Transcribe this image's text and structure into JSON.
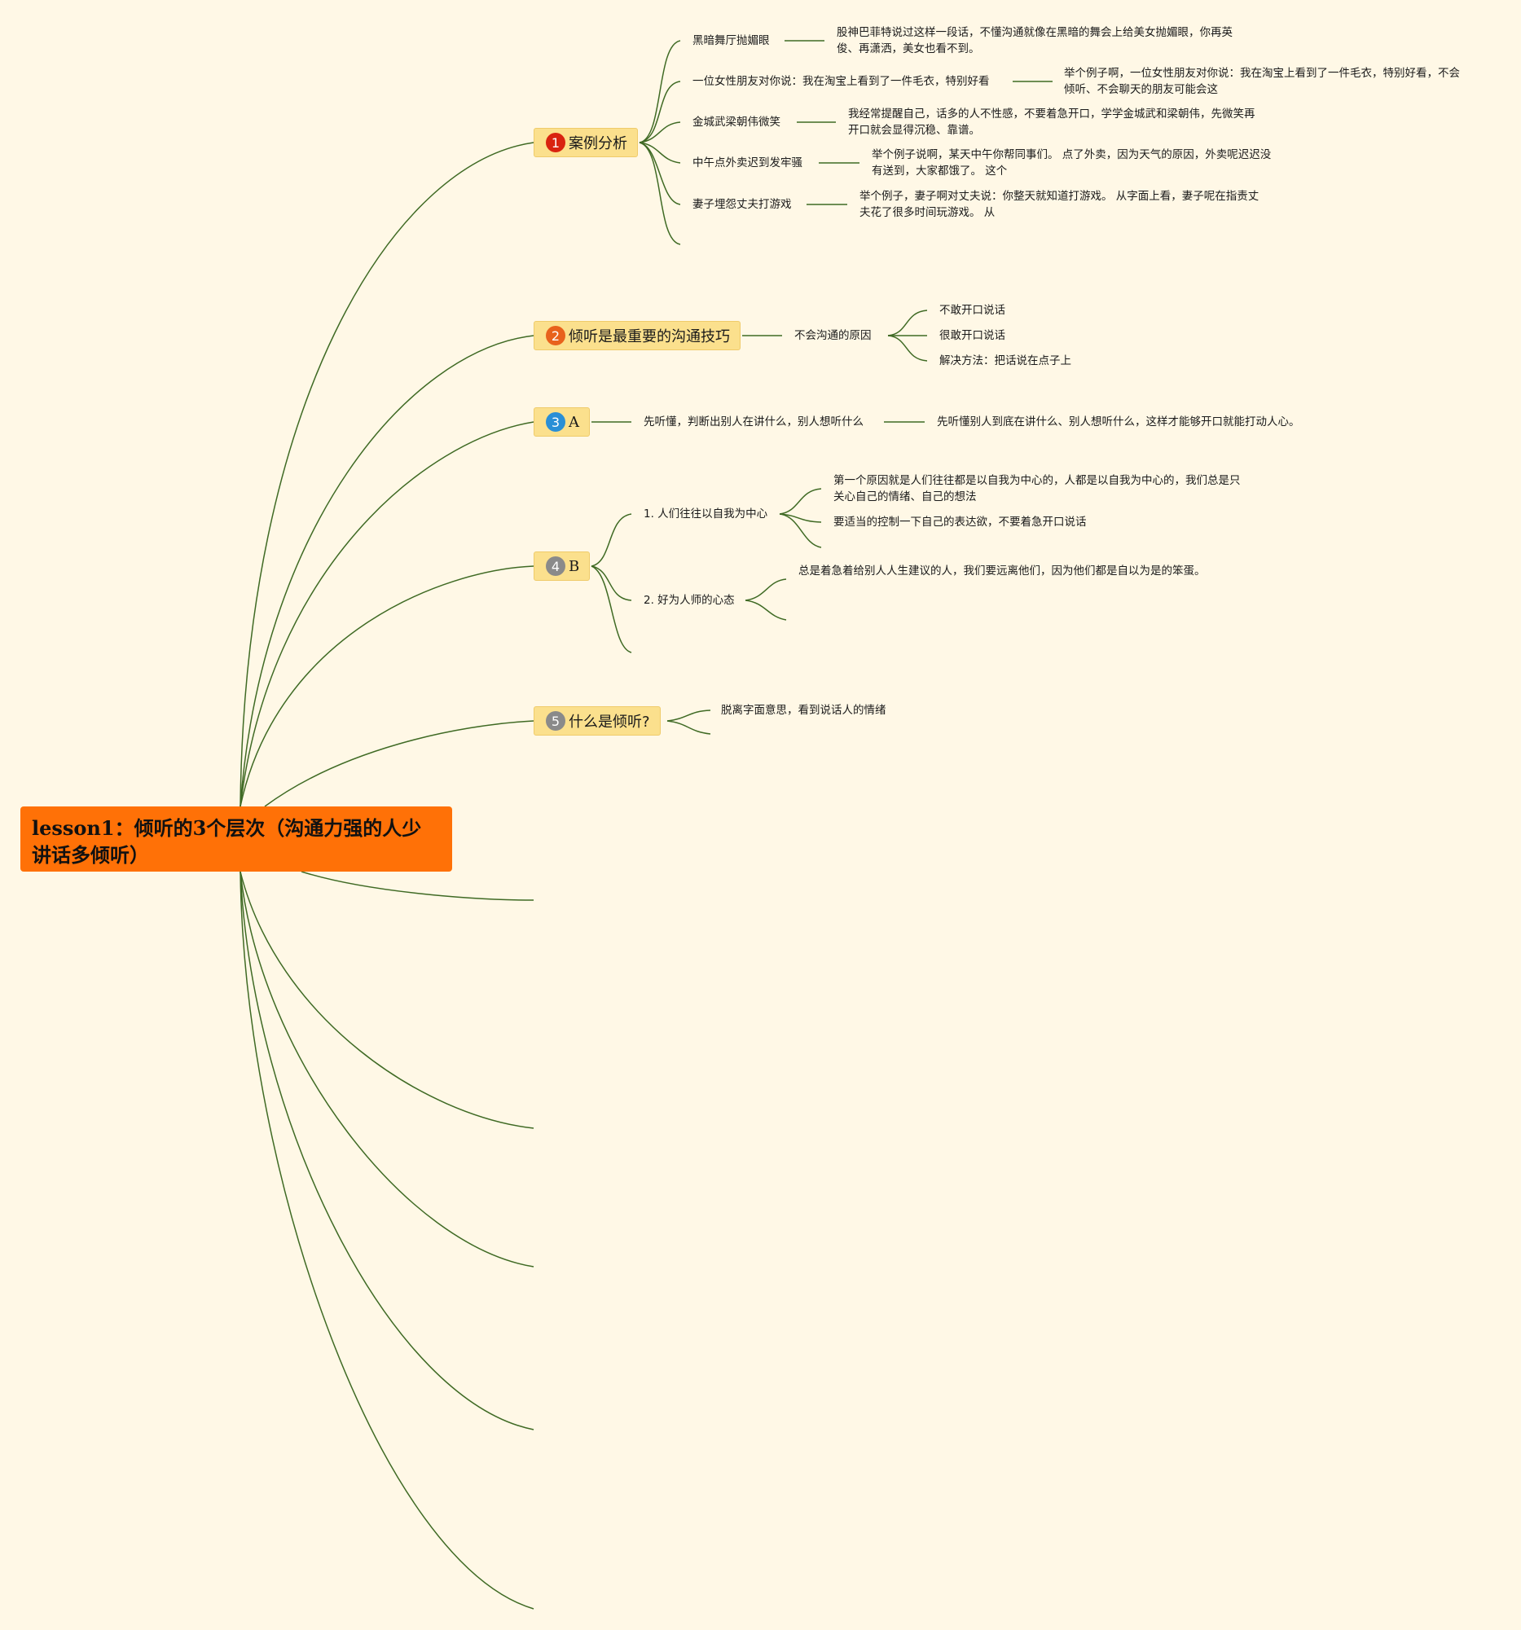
{
  "root": {
    "title": "lesson1：倾听的3个层次（沟通力强的人少讲话多倾听）"
  },
  "colors": {
    "background": "#fff8e6",
    "root_fill": "#ff7107",
    "topic_fill": "#fbe08d",
    "line": "#3f6a24",
    "badge_1": "#d9230f",
    "badge_2": "#e8621c",
    "badge_3": "#2a8fd6",
    "badge_4": "#8a8a8a",
    "badge_5": "#8a8a8a"
  },
  "topics": [
    {
      "marker": "1",
      "label": "案例分析",
      "children": [
        {
          "label": "黑暗舞厅抛媚眼",
          "note": "股神巴菲特说过这样一段话，不懂沟通就像在黑暗的舞会上给美女抛媚眼，你再英俊、再潇洒，美女也看不到。"
        },
        {
          "label": "一位女性朋友对你说：我在淘宝上看到了一件毛衣，特别好看",
          "note": "举个例子啊，一位女性朋友对你说：我在淘宝上看到了一件毛衣，特别好看，不会倾听、不会聊天的朋友可能会这"
        },
        {
          "label": "金城武梁朝伟微笑",
          "note": "我经常提醒自己，话多的人不性感，不要着急开口，学学金城武和梁朝伟，先微笑再开口就会显得沉稳、靠谱。"
        },
        {
          "label": "中午点外卖迟到发牢骚",
          "note": "举个例子说啊，某天中午你帮同事们。 点了外卖，因为天气的原因，外卖呢迟迟没有送到，大家都饿了。 这个"
        },
        {
          "label": "妻子埋怨丈夫打游戏",
          "note": "举个例子，妻子啊对丈夫说：你整天就知道打游戏。 从字面上看，妻子呢在指责丈夫花了很多时间玩游戏。 从"
        }
      ]
    },
    {
      "marker": "2",
      "label": "倾听是最重要的沟通技巧",
      "children": [
        {
          "label": "不会沟通的原因",
          "items": [
            "不敢开口说话",
            "很敢开口说话",
            "解决方法：把话说在点子上"
          ]
        }
      ]
    },
    {
      "marker": "3",
      "label": "A",
      "children": [
        {
          "label": "先听懂，判断出别人在讲什么，别人想听什么",
          "note": "先听懂别人到底在讲什么、别人想听什么，这样才能够开口就能打动人心。"
        }
      ]
    },
    {
      "marker": "4",
      "label": "B",
      "children": [
        {
          "label": "1. 人们往往以自我为中心",
          "items": [
            "第一个原因就是人们往往都是以自我为中心的，人都是以自我为中心的，我们总是只关心自己的情绪、自己的想法",
            "要适当的控制一下自己的表达欲，不要着急开口说话"
          ]
        },
        {
          "label": "2. 好为人师的心态",
          "items": [
            "总是着急着给别人人生建议的人，我们要远离他们，因为他们都是自以为是的笨蛋。"
          ]
        }
      ]
    },
    {
      "marker": "5",
      "label": "什么是倾听?",
      "children": [
        {
          "label": "脱离字面意思，看到说话人的情绪"
        }
      ]
    }
  ]
}
